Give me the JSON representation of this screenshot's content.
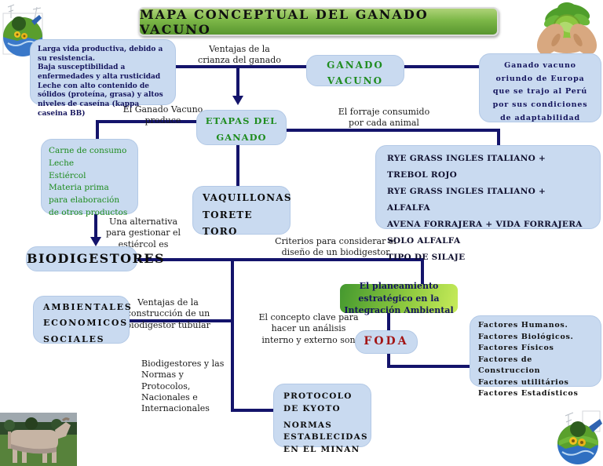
{
  "title": {
    "text": "MAPA CONCEPTUAL DEL GANADO VACUNO"
  },
  "colors": {
    "line": "#14146b",
    "node_fill": "#c9daf0",
    "green_text": "#1f8c1f",
    "navy_text": "#16165e",
    "red_text": "#a31515",
    "title_green": "#7cb747",
    "plan_green": "#8cc83e"
  },
  "nodes": {
    "traits": {
      "items": [
        "Larga vida productiva, debido a su resistencia.",
        "Baja susceptibilidad a enfermedades y alta rusticidad",
        "Leche con alto contenido de sólidos (proteína, grasa) y altos niveles de caseína (kappa caseina BB)"
      ]
    },
    "ganado_vacuno": {
      "lines": [
        "GANADO",
        "VACUNO"
      ]
    },
    "origen": {
      "text": "Ganado vacuno oriundo de Europa que se trajo al Perú por sus condiciones de adaptabilidad"
    },
    "etapas": {
      "lines": [
        "ETAPAS DEL",
        "GANADO"
      ]
    },
    "productos": {
      "items": [
        "Carne de consumo",
        "Leche",
        "Estiércol",
        "Materia prima para elaboración de otros productos"
      ]
    },
    "forrajes": {
      "items": [
        "RYE GRASS INGLES ITALIANO + TREBOL ROJO",
        "RYE GRASS INGLES ITALIANO + ALFALFA",
        "AVENA FORRAJERA + VIDA FORRAJERA",
        "SOLO ALFALFA",
        "TIPO DE SILAJE"
      ]
    },
    "etapas_list": {
      "items": [
        "VAQUILLONAS",
        "TORETE",
        "TORO"
      ]
    },
    "biodigestores": {
      "label": "BIODIGESTORES"
    },
    "ambientales": {
      "items": [
        "AMBIENTALES",
        "ECONOMICOS",
        "SOCIALES"
      ]
    },
    "plan": {
      "text": "El planeamiento estratégico en la Integración Ambiental"
    },
    "foda": {
      "label": "FODA"
    },
    "factores": {
      "items": [
        "Factores Humanos.",
        "Factores Biológicos.",
        "Factores Físicos",
        "Factores de Construccion",
        "Factores utilitários",
        "Factores Estadísticos"
      ]
    },
    "protocolo": {
      "items": [
        "PROTOCOLO DE KYOTO",
        "NORMAS ESTABLECIDAS EN EL MINAN"
      ]
    }
  },
  "edge_labels": {
    "crianza": "Ventajas de la crianza del ganado",
    "produce": "El Ganado Vacuno produce",
    "forraje": "El forraje consumido por cada animal",
    "alternativa": "Una alternativa para gestionar el estiércol es",
    "criterios": "Criterios para considerar el diseño de un biodigestor",
    "construccion": "Ventajas de la construcción de un biodigestor tubular",
    "concepto": "El concepto clave para hacer un análisis interno y externo son",
    "normas": "Biodigestores y las Normas y Protocolos, Nacionales e Internacionales"
  },
  "images": {
    "top_left": "eco-globe-illustration",
    "top_right": "hands-holding-globe-photo",
    "bottom_left": "cow-photo",
    "bottom_right": "eco-globe-illustration"
  }
}
